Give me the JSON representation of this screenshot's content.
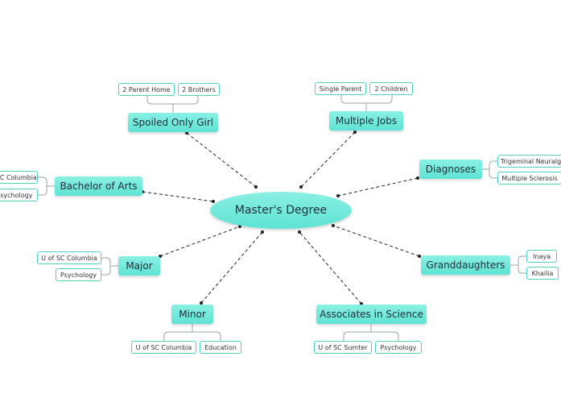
{
  "central": "Master's Degree",
  "nodes": {
    "spoiled": "Spoiled Only Girl",
    "jobs": "Multiple Jobs",
    "bachelor": "Bachelor of Arts",
    "diagnoses": "Diagnoses",
    "major": "Major",
    "granddaughters": "Granddaughters",
    "minor": "Minor",
    "associates": "Associates in Science"
  },
  "subs": {
    "spoiled": [
      "2 Parent Home",
      "2 Brothers"
    ],
    "jobs": [
      "Single Parent",
      "2 Children"
    ],
    "bachelor": [
      "U of SC Columbia",
      "Psychology"
    ],
    "diagnoses": [
      "Trigeminal Neuralgia",
      "Multiple Sclerosis"
    ],
    "major": [
      "U of SC Columbia",
      "Psychology"
    ],
    "granddaughters": [
      "Inaya",
      "Khailia"
    ],
    "minor": [
      "U of SC Columbia",
      "Education"
    ],
    "associates": [
      "U of SC Sumter",
      "Psychology"
    ]
  },
  "colors": {
    "topic_fill": "#5ee3d3",
    "subtopic_border": "#4fd1c1",
    "connector": "#222222",
    "bracket": "#9aa5a8"
  }
}
